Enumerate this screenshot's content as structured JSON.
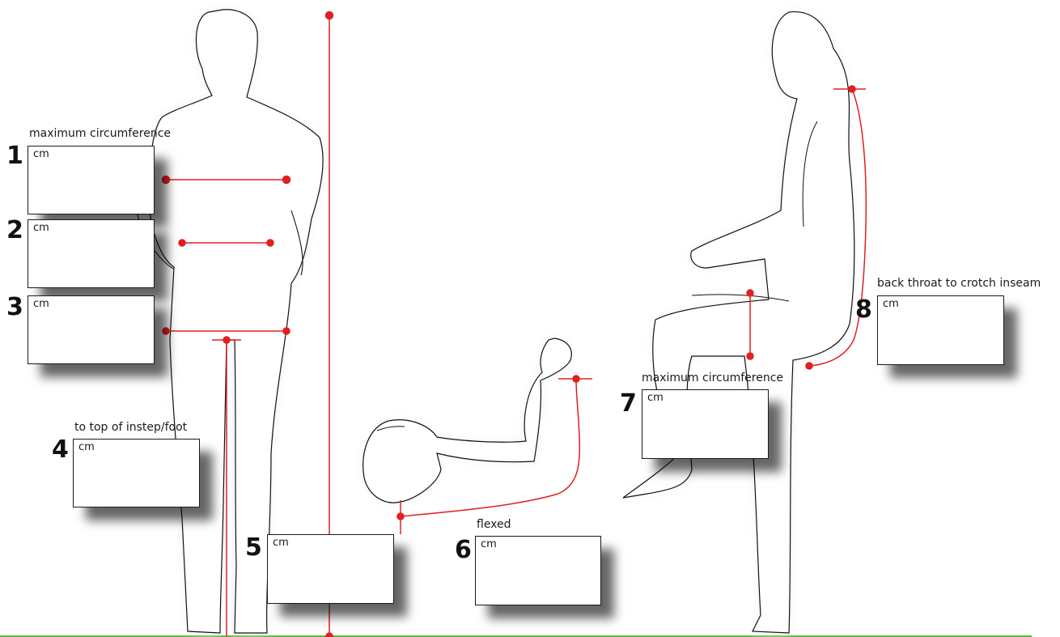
{
  "colors": {
    "measure_line": "#e02020",
    "body_outline": "#111111",
    "ground": "#5fb84a"
  },
  "measurements": [
    {
      "number": "1",
      "unit": "cm",
      "caption": "maximum circumference"
    },
    {
      "number": "2",
      "unit": "cm",
      "caption": ""
    },
    {
      "number": "3",
      "unit": "cm",
      "caption": ""
    },
    {
      "number": "4",
      "unit": "cm",
      "caption": "to top of instep/foot"
    },
    {
      "number": "5",
      "unit": "cm",
      "caption": ""
    },
    {
      "number": "6",
      "unit": "cm",
      "caption": "flexed"
    },
    {
      "number": "7",
      "unit": "cm",
      "caption": "maximum circumference"
    },
    {
      "number": "8",
      "unit": "cm",
      "caption": "back throat to crotch inseam"
    }
  ]
}
